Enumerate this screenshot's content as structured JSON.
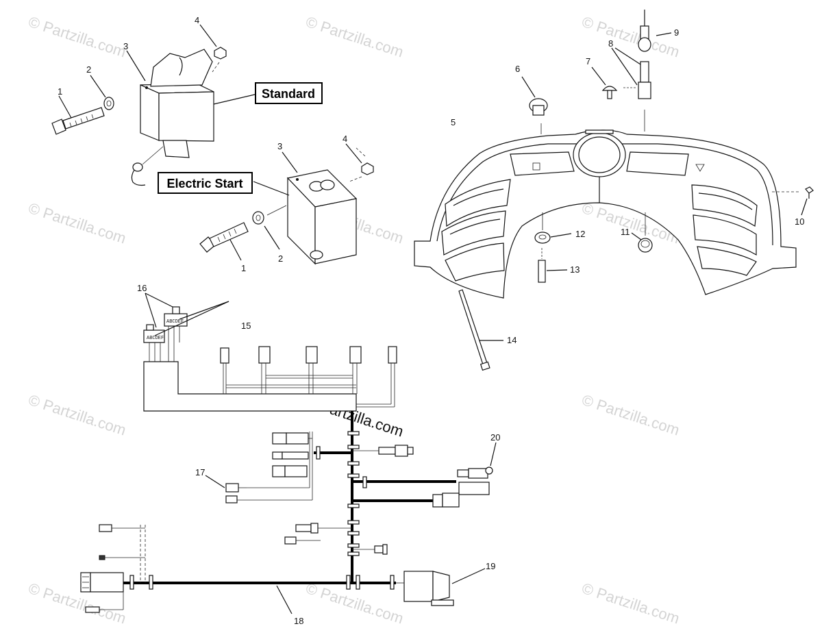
{
  "watermark": "© Partzilla.com",
  "center_watermark": "© Partzilla.com",
  "labels": {
    "standard": "Standard",
    "electric_start": "Electric Start"
  },
  "callouts": {
    "c1a": "1",
    "c2a": "2",
    "c3a": "3",
    "c4a": "4",
    "c3b": "3",
    "c4b": "4",
    "c1b": "1",
    "c2b": "2",
    "c5": "5",
    "c6": "6",
    "c7": "7",
    "c8": "8",
    "c9": "9",
    "c10": "10",
    "c11": "11",
    "c12": "12",
    "c13": "13",
    "c14": "14",
    "c15": "15",
    "c16": "16",
    "c17": "17",
    "c18": "18",
    "c19": "19",
    "c20": "20"
  }
}
